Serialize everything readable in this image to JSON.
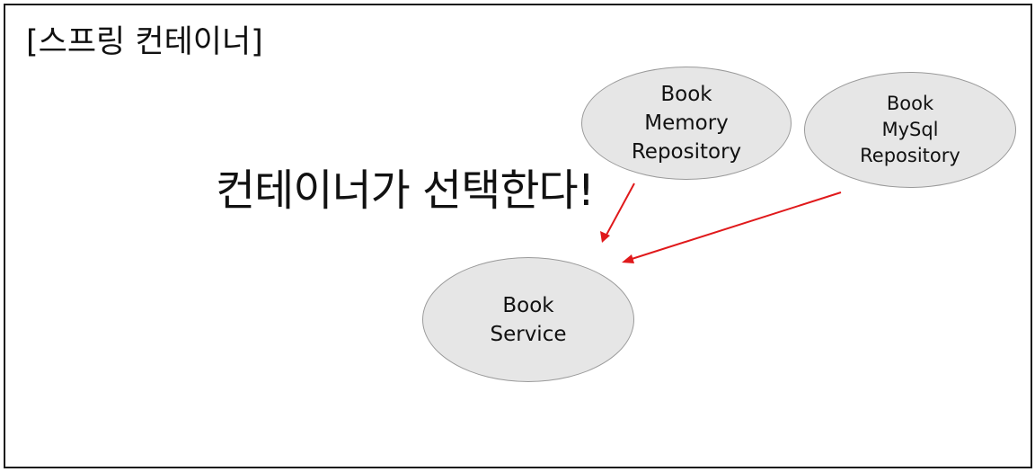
{
  "title": "[스프링 컨테이너]",
  "headline": "컨테이너가 선택한다!",
  "nodes": {
    "memory_repository": {
      "lines": [
        "Book",
        "Memory",
        "Repository"
      ]
    },
    "mysql_repository": {
      "lines": [
        "Book",
        "MySql",
        "Repository"
      ]
    },
    "book_service": {
      "lines": [
        "Book",
        "Service"
      ]
    }
  },
  "colors": {
    "arrow": "#e0191b",
    "node_fill": "#e6e6e6",
    "node_border": "#9a9a9a",
    "frame": "#1a1a1a"
  }
}
